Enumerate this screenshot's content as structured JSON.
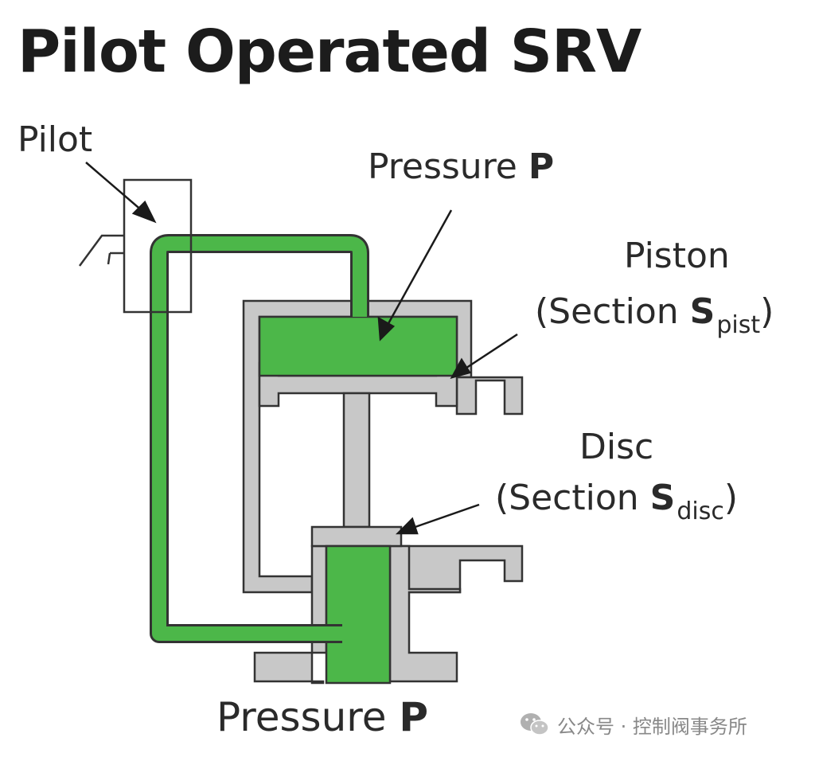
{
  "title": "Pilot Operated SRV",
  "labels": {
    "pilot": "Pilot",
    "pressure_top_text": "Pressure",
    "pressure_top_symbol": "P",
    "piston": "Piston",
    "piston_section_prefix": "(Section",
    "piston_section_symbol": "S",
    "piston_section_sub": "pist",
    "piston_section_suffix": ")",
    "disc": "Disc",
    "disc_section_prefix": "(Section",
    "disc_section_symbol": "S",
    "disc_section_sub": "disc",
    "disc_section_suffix": ")",
    "pressure_bottom_text": "Pressure",
    "pressure_bottom_symbol": "P"
  },
  "watermark": {
    "text": "公众号 · 控制阀事务所",
    "icon": "wechat-icon"
  },
  "colors": {
    "fluid_green": "#4cb749",
    "body_gray": "#c8c8c8",
    "outline": "#333333"
  }
}
